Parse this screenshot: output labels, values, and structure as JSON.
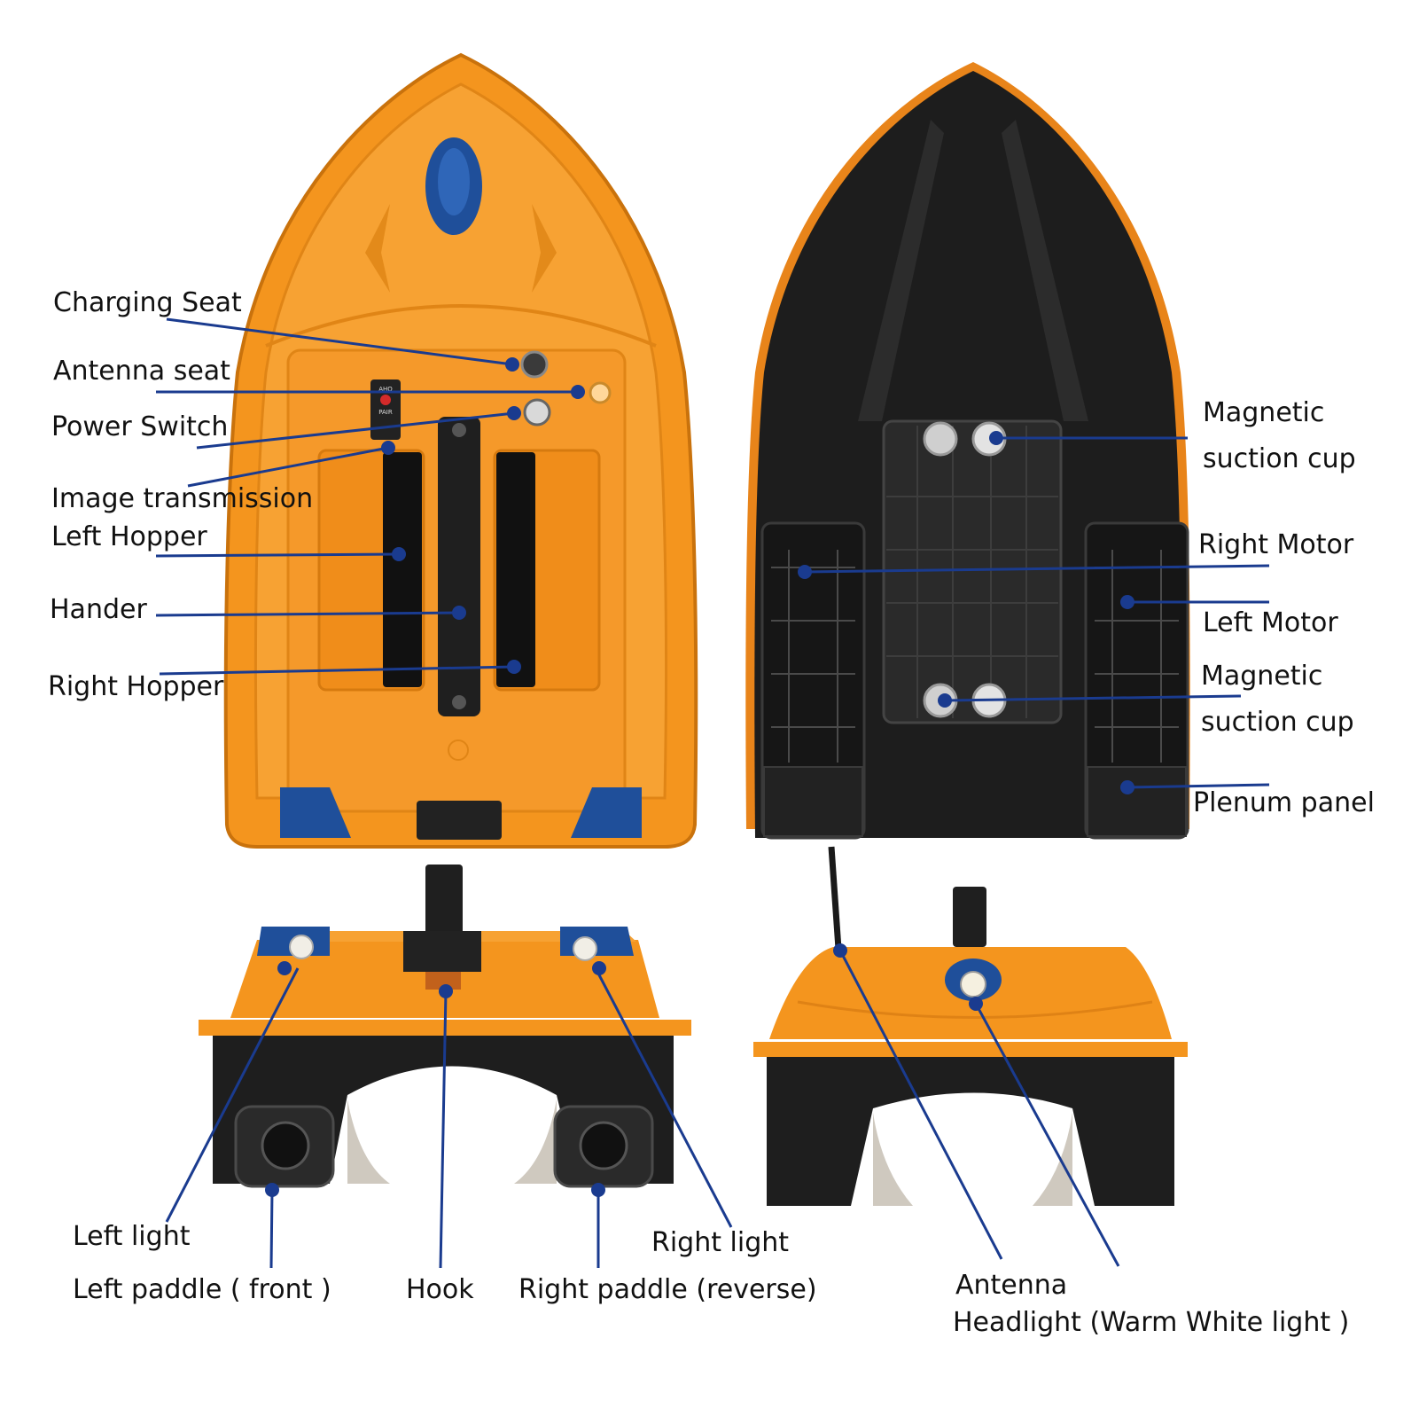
{
  "colors": {
    "hull_orange": "#f4951e",
    "hull_orange_dark": "#d97c10",
    "hull_black": "#1d1d1d",
    "accent_blue": "#1f4f9a",
    "leader_line": "#1a3b8f"
  },
  "top_view_labels": {
    "charging_seat": "Charging Seat",
    "antenna_seat": "Antenna seat",
    "power_switch": "Power Switch",
    "image_transmission": "Image transmission",
    "left_hopper": "Left  Hopper",
    "hander": "Hander",
    "right_hopper": "Right Hopper"
  },
  "bottom_view_labels": {
    "magnetic_suction_cup_top": "Magnetic",
    "magnetic_suction_cup_top_2": "suction cup",
    "right_motor": "Right Motor",
    "left_motor": "Left Motor",
    "magnetic_suction_cup_bottom": "Magnetic",
    "magnetic_suction_cup_bottom_2": "suction cup",
    "plenum_panel": "Plenum panel"
  },
  "rear_view_labels": {
    "left_light": "Left light",
    "left_paddle": "Left paddle ( front  )",
    "hook": "Hook",
    "right_light": "Right light",
    "right_paddle": "Right paddle (reverse)"
  },
  "front_view_labels": {
    "antenna": "Antenna",
    "headlight": "Headlight (Warm White light )"
  },
  "panel_marks": {
    "pair_top": "AHO",
    "pair": "PAIR"
  }
}
